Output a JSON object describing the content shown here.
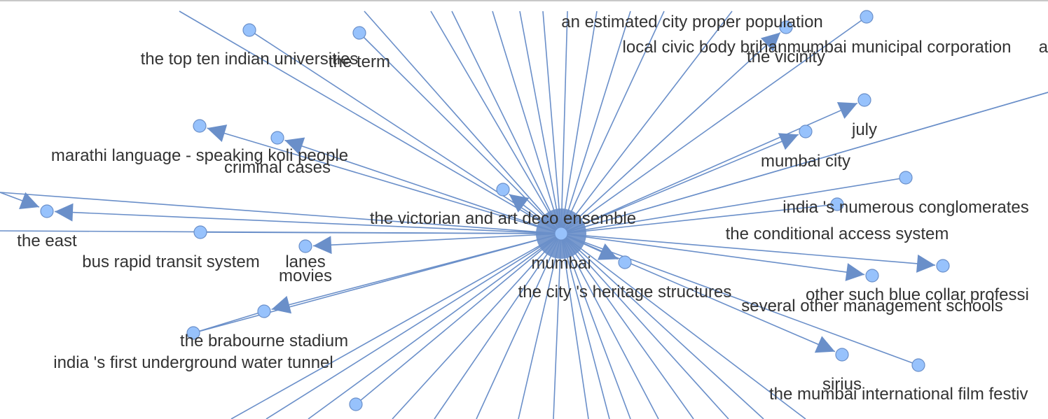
{
  "graph": {
    "edge_color": "#6a8fc9",
    "node_fill": "#97c2fc",
    "node_stroke": "#6a8fc9",
    "label_color": "#333333",
    "center": {
      "id": "mumbai",
      "label": "mumbai"
    },
    "labels": {
      "mumbai": "mumbai",
      "estimated_pop": "an estimated city proper population",
      "civic_body": "local civic body brihanmumbai municipal corporation",
      "vicinity": "the vicinity",
      "top_ten": "the top ten indian universities",
      "term": "the term",
      "july": "july",
      "mumbai_city": "mumbai city",
      "marathi": "marathi language - speaking koli people",
      "criminal": "criminal cases",
      "victorian": "the victorian and art deco ensemble",
      "conglomerates": "india 's numerous conglomerates",
      "conditional": "the conditional access system",
      "east": "the east",
      "brts": "bus rapid transit system",
      "lanes": "lanes",
      "movies": "movies",
      "heritage": "the city 's heritage structures",
      "blue_collar": "other such blue collar professi",
      "mgmt_schools": "several other management schools",
      "brabourne": "the brabourne stadium",
      "water_tunnel": "india 's first underground water tunnel",
      "sirius": "sirius",
      "film_festival": "the mumbai international film festiv",
      "edge_a": "a"
    }
  }
}
